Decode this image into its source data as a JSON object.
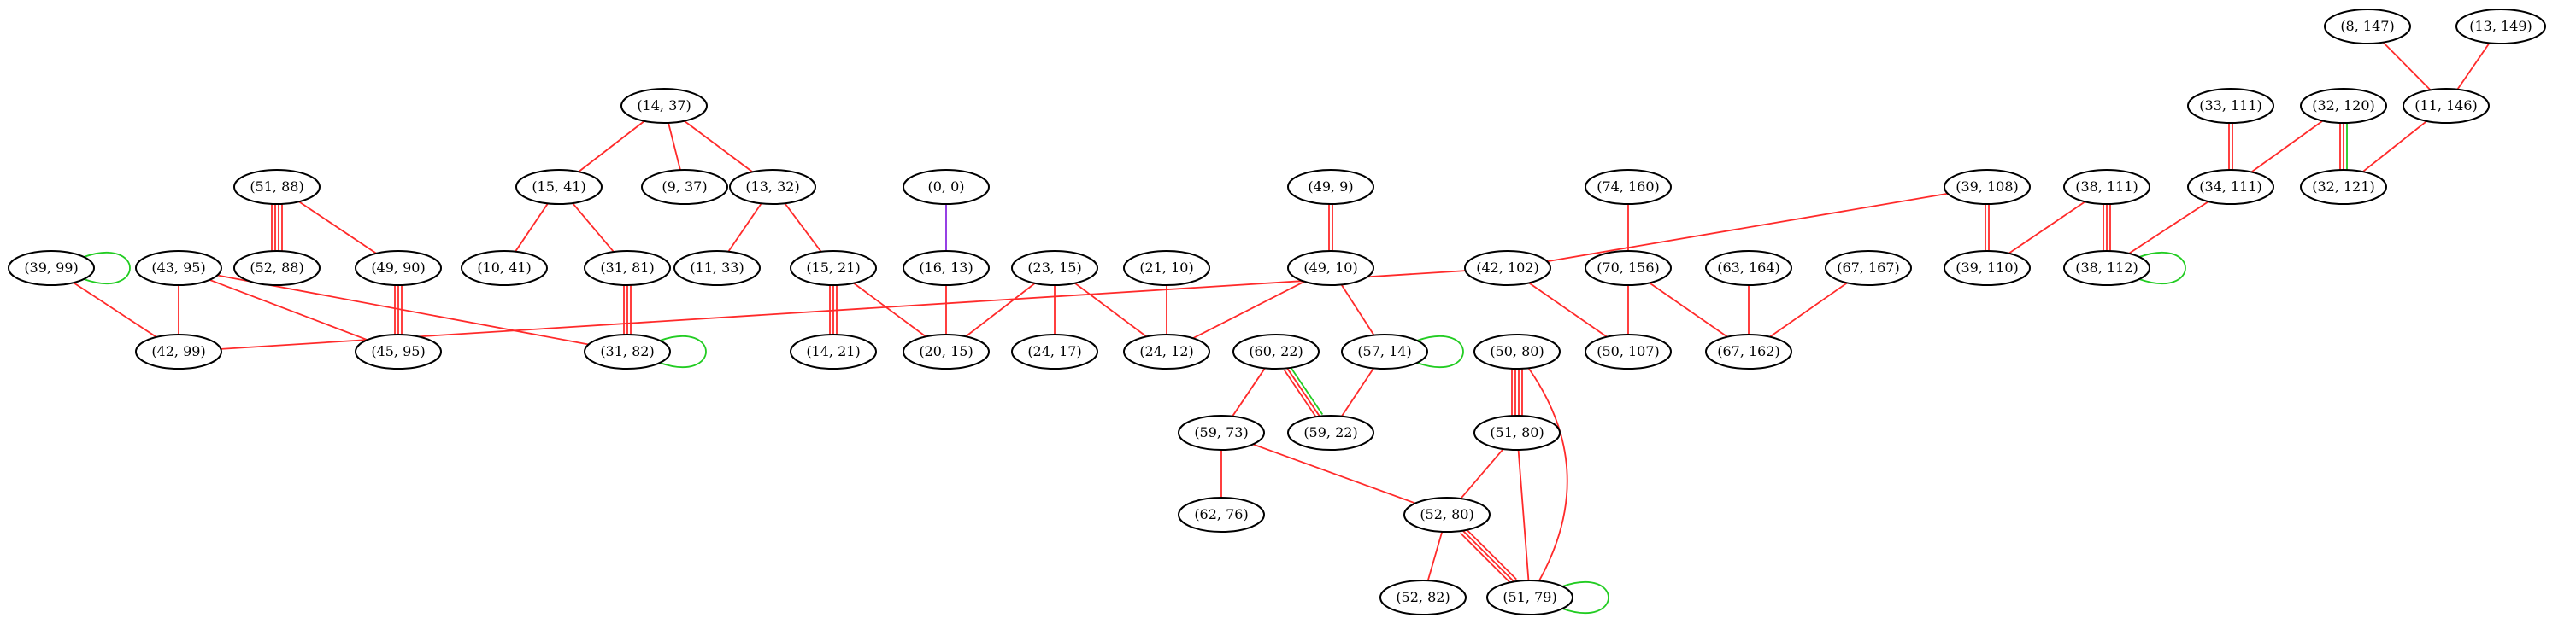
{
  "colors": {
    "red": "#ff2a2a",
    "green": "#22cc22",
    "purple": "#8a2be2"
  },
  "nodes": [
    {
      "id": "8_147",
      "label": "(8, 147)"
    },
    {
      "id": "13_149",
      "label": "(13, 149)"
    },
    {
      "id": "11_146",
      "label": "(11, 146)"
    },
    {
      "id": "33_111",
      "label": "(33, 111)"
    },
    {
      "id": "32_120",
      "label": "(32, 120)"
    },
    {
      "id": "34_111",
      "label": "(34, 111)"
    },
    {
      "id": "32_121",
      "label": "(32, 121)"
    },
    {
      "id": "14_37",
      "label": "(14, 37)"
    },
    {
      "id": "15_41",
      "label": "(15, 41)"
    },
    {
      "id": "9_37",
      "label": "(9, 37)"
    },
    {
      "id": "13_32",
      "label": "(13, 32)"
    },
    {
      "id": "51_88",
      "label": "(51, 88)"
    },
    {
      "id": "0_0",
      "label": "(0, 0)"
    },
    {
      "id": "49_9",
      "label": "(49, 9)"
    },
    {
      "id": "74_160",
      "label": "(74, 160)"
    },
    {
      "id": "39_108",
      "label": "(39, 108)"
    },
    {
      "id": "38_111",
      "label": "(38, 111)"
    },
    {
      "id": "39_99",
      "label": "(39, 99)"
    },
    {
      "id": "43_95",
      "label": "(43, 95)"
    },
    {
      "id": "52_88",
      "label": "(52, 88)"
    },
    {
      "id": "49_90",
      "label": "(49, 90)"
    },
    {
      "id": "10_41",
      "label": "(10, 41)"
    },
    {
      "id": "31_81",
      "label": "(31, 81)"
    },
    {
      "id": "11_33",
      "label": "(11, 33)"
    },
    {
      "id": "15_21",
      "label": "(15, 21)"
    },
    {
      "id": "16_13",
      "label": "(16, 13)"
    },
    {
      "id": "23_15",
      "label": "(23, 15)"
    },
    {
      "id": "21_10",
      "label": "(21, 10)"
    },
    {
      "id": "49_10",
      "label": "(49, 10)"
    },
    {
      "id": "42_102",
      "label": "(42, 102)"
    },
    {
      "id": "70_156",
      "label": "(70, 156)"
    },
    {
      "id": "63_164",
      "label": "(63, 164)"
    },
    {
      "id": "67_167",
      "label": "(67, 167)"
    },
    {
      "id": "39_110",
      "label": "(39, 110)"
    },
    {
      "id": "38_112",
      "label": "(38, 112)"
    },
    {
      "id": "42_99",
      "label": "(42, 99)"
    },
    {
      "id": "45_95",
      "label": "(45, 95)"
    },
    {
      "id": "31_82",
      "label": "(31, 82)"
    },
    {
      "id": "14_21",
      "label": "(14, 21)"
    },
    {
      "id": "20_15",
      "label": "(20, 15)"
    },
    {
      "id": "24_17",
      "label": "(24, 17)"
    },
    {
      "id": "24_12",
      "label": "(24, 12)"
    },
    {
      "id": "60_22",
      "label": "(60, 22)"
    },
    {
      "id": "57_14",
      "label": "(57, 14)"
    },
    {
      "id": "50_80",
      "label": "(50, 80)"
    },
    {
      "id": "50_107",
      "label": "(50, 107)"
    },
    {
      "id": "67_162",
      "label": "(67, 162)"
    },
    {
      "id": "59_73",
      "label": "(59, 73)"
    },
    {
      "id": "59_22",
      "label": "(59, 22)"
    },
    {
      "id": "51_80",
      "label": "(51, 80)"
    },
    {
      "id": "62_76",
      "label": "(62, 76)"
    },
    {
      "id": "52_80",
      "label": "(52, 80)"
    },
    {
      "id": "52_82",
      "label": "(52, 82)"
    },
    {
      "id": "51_79",
      "label": "(51, 79)"
    }
  ],
  "edges": [
    {
      "from": "8_147",
      "to": "11_146",
      "colors": [
        "red"
      ]
    },
    {
      "from": "13_149",
      "to": "11_146",
      "colors": [
        "red"
      ]
    },
    {
      "from": "11_146",
      "to": "32_121",
      "colors": [
        "red"
      ]
    },
    {
      "from": "33_111",
      "to": "34_111",
      "colors": [
        "red",
        "red"
      ]
    },
    {
      "from": "32_120",
      "to": "34_111",
      "colors": [
        "red"
      ]
    },
    {
      "from": "32_120",
      "to": "32_121",
      "colors": [
        "green",
        "red",
        "red"
      ]
    },
    {
      "from": "34_111",
      "to": "38_112",
      "colors": [
        "red"
      ]
    },
    {
      "from": "38_111",
      "to": "38_112",
      "colors": [
        "red",
        "red",
        "red"
      ]
    },
    {
      "from": "38_111",
      "to": "39_110",
      "colors": [
        "red"
      ]
    },
    {
      "from": "39_108",
      "to": "39_110",
      "colors": [
        "red",
        "red"
      ]
    },
    {
      "from": "39_108",
      "to": "42_102",
      "colors": [
        "red"
      ]
    },
    {
      "from": "14_37",
      "to": "15_41",
      "colors": [
        "red"
      ]
    },
    {
      "from": "14_37",
      "to": "9_37",
      "colors": [
        "red"
      ]
    },
    {
      "from": "14_37",
      "to": "13_32",
      "colors": [
        "red"
      ]
    },
    {
      "from": "15_41",
      "to": "10_41",
      "colors": [
        "red"
      ]
    },
    {
      "from": "15_41",
      "to": "31_81",
      "colors": [
        "red"
      ]
    },
    {
      "from": "13_32",
      "to": "11_33",
      "colors": [
        "red"
      ]
    },
    {
      "from": "13_32",
      "to": "15_21",
      "colors": [
        "red"
      ]
    },
    {
      "from": "51_88",
      "to": "52_88",
      "colors": [
        "red",
        "red",
        "red",
        "red"
      ]
    },
    {
      "from": "51_88",
      "to": "49_90",
      "colors": [
        "red"
      ]
    },
    {
      "from": "49_90",
      "to": "45_95",
      "colors": [
        "red",
        "red",
        "red"
      ]
    },
    {
      "from": "43_95",
      "to": "42_99",
      "colors": [
        "red"
      ]
    },
    {
      "from": "43_95",
      "to": "45_95",
      "colors": [
        "red"
      ]
    },
    {
      "from": "43_95",
      "to": "31_82",
      "colors": [
        "red"
      ]
    },
    {
      "from": "39_99",
      "to": "42_99",
      "colors": [
        "red"
      ]
    },
    {
      "from": "42_102",
      "to": "42_99",
      "colors": [
        "red"
      ]
    },
    {
      "from": "42_102",
      "to": "50_107",
      "colors": [
        "red"
      ]
    },
    {
      "from": "31_81",
      "to": "31_82",
      "colors": [
        "red",
        "red",
        "red"
      ]
    },
    {
      "from": "15_21",
      "to": "14_21",
      "colors": [
        "red",
        "red",
        "red"
      ]
    },
    {
      "from": "15_21",
      "to": "20_15",
      "colors": [
        "red"
      ]
    },
    {
      "from": "0_0",
      "to": "16_13",
      "colors": [
        "purple"
      ]
    },
    {
      "from": "16_13",
      "to": "20_15",
      "colors": [
        "red"
      ]
    },
    {
      "from": "23_15",
      "to": "20_15",
      "colors": [
        "red"
      ]
    },
    {
      "from": "23_15",
      "to": "24_17",
      "colors": [
        "red"
      ]
    },
    {
      "from": "23_15",
      "to": "24_12",
      "colors": [
        "red"
      ]
    },
    {
      "from": "21_10",
      "to": "24_12",
      "colors": [
        "red"
      ]
    },
    {
      "from": "49_9",
      "to": "49_10",
      "colors": [
        "red",
        "red"
      ]
    },
    {
      "from": "49_10",
      "to": "24_12",
      "colors": [
        "red"
      ]
    },
    {
      "from": "49_10",
      "to": "57_14",
      "colors": [
        "red"
      ]
    },
    {
      "from": "57_14",
      "to": "59_22",
      "colors": [
        "red"
      ]
    },
    {
      "from": "60_22",
      "to": "59_22",
      "colors": [
        "green",
        "red",
        "red"
      ]
    },
    {
      "from": "60_22",
      "to": "59_73",
      "colors": [
        "red"
      ]
    },
    {
      "from": "59_73",
      "to": "62_76",
      "colors": [
        "red"
      ]
    },
    {
      "from": "59_73",
      "to": "52_80",
      "colors": [
        "red"
      ]
    },
    {
      "from": "74_160",
      "to": "70_156",
      "colors": [
        "red"
      ]
    },
    {
      "from": "70_156",
      "to": "50_107",
      "colors": [
        "red"
      ]
    },
    {
      "from": "70_156",
      "to": "67_162",
      "colors": [
        "red"
      ]
    },
    {
      "from": "63_164",
      "to": "67_162",
      "colors": [
        "red"
      ]
    },
    {
      "from": "67_167",
      "to": "67_162",
      "colors": [
        "red"
      ]
    },
    {
      "from": "50_80",
      "to": "51_80",
      "colors": [
        "red",
        "red",
        "red",
        "red"
      ]
    },
    {
      "from": "50_80",
      "to": "51_79",
      "colors": [
        "red"
      ],
      "curve": 90
    },
    {
      "from": "51_80",
      "to": "52_80",
      "colors": [
        "red"
      ]
    },
    {
      "from": "51_80",
      "to": "51_79",
      "colors": [
        "red"
      ]
    },
    {
      "from": "52_80",
      "to": "52_82",
      "colors": [
        "red"
      ]
    },
    {
      "from": "52_80",
      "to": "51_79",
      "colors": [
        "red",
        "red",
        "red"
      ]
    }
  ],
  "loops": [
    {
      "node": "39_99",
      "color": "green"
    },
    {
      "node": "31_82",
      "color": "green"
    },
    {
      "node": "57_14",
      "color": "green"
    },
    {
      "node": "38_112",
      "color": "green"
    },
    {
      "node": "51_79",
      "color": "green"
    }
  ]
}
